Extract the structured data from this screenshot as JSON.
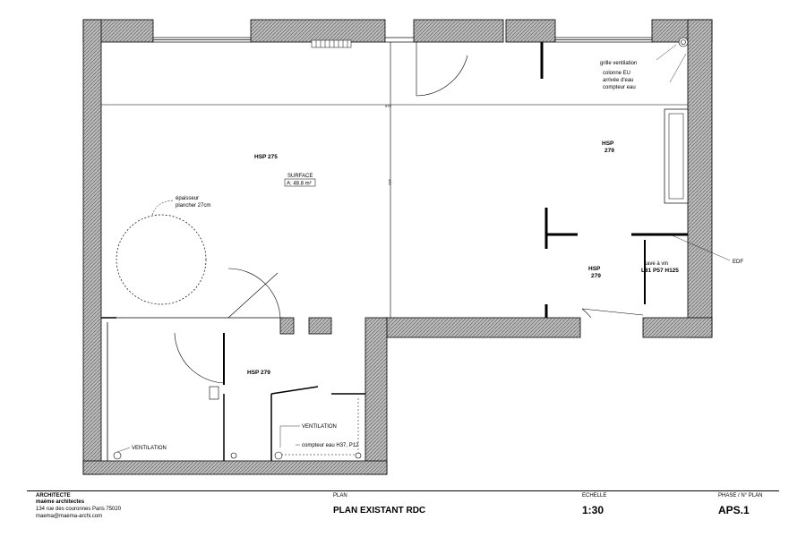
{
  "plan": {
    "rooms": [
      {
        "label": "HSP 275"
      },
      {
        "label_line1": "HSP",
        "label_line2": "279"
      },
      {
        "label_line1": "HSP",
        "label_line2": "279"
      },
      {
        "label": "HSP 279"
      }
    ],
    "surface": {
      "title": "SURFACE",
      "value": "A: 48.8 m²"
    },
    "notes": {
      "grille": "grille ventilation",
      "colonne_line1": "colonne EU",
      "colonne_line2": "arrivée d'eau",
      "colonne_line3": "compteur eau",
      "epaisseur_line1": "épaisseur",
      "epaisseur_line2": "plancher 27cm",
      "cave_line1": "cave à vin",
      "cave_line2": "L81 P57 H125",
      "edf": "EDF",
      "ventilation_a": "VENTILATION",
      "ventilation_b": "VENTILATION",
      "compteur": "compteur eau H37, P12"
    },
    "dimensions": {
      "horizontal": "970",
      "vertical": "435"
    },
    "colors": {
      "wall_hatch": "#8a8a8a",
      "line": "#000000"
    }
  },
  "titleblock": {
    "architecte_heading": "ARCHITECTE",
    "firm": "maème architectes",
    "address": "134 rue des couronnes Paris 75020",
    "email": "maema@maema-archi.com",
    "plan_heading": "PLAN",
    "plan_name": "PLAN EXISTANT RDC",
    "echelle_heading": "ECHELLE",
    "scale": "1:30",
    "phase_heading": "PHASE / N° PLAN",
    "phase": "APS.1"
  }
}
